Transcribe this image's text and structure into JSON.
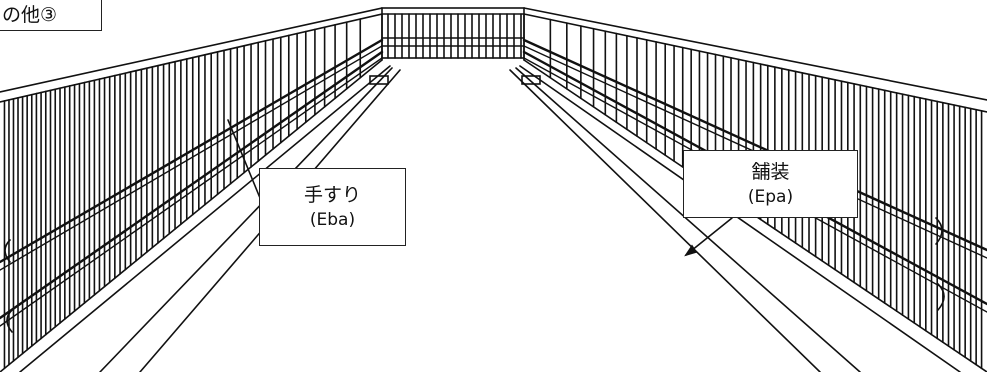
{
  "title": "の他③",
  "labels": {
    "handrail": {
      "name": "手すり",
      "code": "(Eba)"
    },
    "paving": {
      "name": "舗装",
      "code": "(Epa)"
    }
  },
  "colors": {
    "line": "#111111",
    "background": "#ffffff"
  },
  "icons": [
    "arrow-icon"
  ]
}
